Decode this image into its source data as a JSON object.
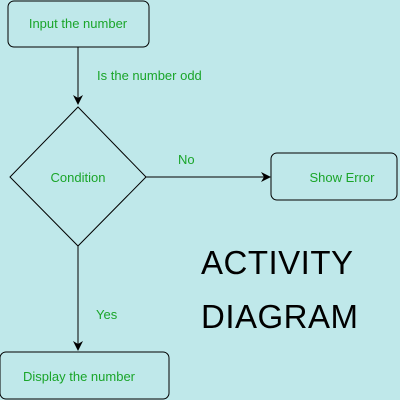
{
  "nodes": {
    "input": "Input the number",
    "condition": "Condition",
    "error": "Show Error",
    "display": "Display the number"
  },
  "edges": {
    "input_to_condition": "Is the number odd",
    "condition_to_error": "No",
    "condition_to_display": "Yes"
  },
  "title": {
    "line1": "ACTIVITY",
    "line2": "DIAGRAM"
  },
  "colors": {
    "background": "#bfe8ea",
    "text_green": "#1aa52a",
    "line": "#000000"
  }
}
